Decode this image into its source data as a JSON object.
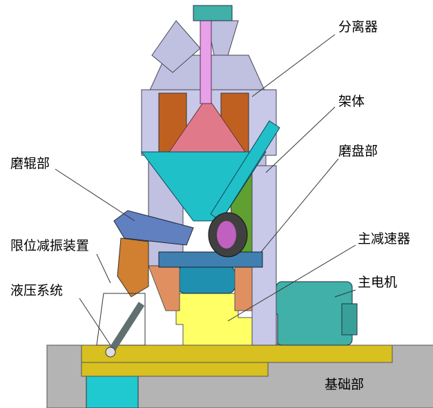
{
  "labels": {
    "separator": "分离器",
    "frame": "架体",
    "grinding_table": "磨盘部",
    "grinding_roller": "磨辊部",
    "damping_device": "限位减振装置",
    "main_reducer": "主减速器",
    "hydraulic_system": "液压系统",
    "main_motor": "主电机",
    "foundation": "基础部"
  },
  "colors": {
    "separator_shaft": "#e8a0e8",
    "cone": "#e07a8a",
    "hopper": "#20c0c8",
    "casing": "#c0c0e0",
    "reducer_yellow": "#ffff66",
    "motor": "#40b0a8",
    "foundation": "#b0b0b0",
    "base_beam": "#d8c020",
    "roller_arm": "#d08030"
  }
}
